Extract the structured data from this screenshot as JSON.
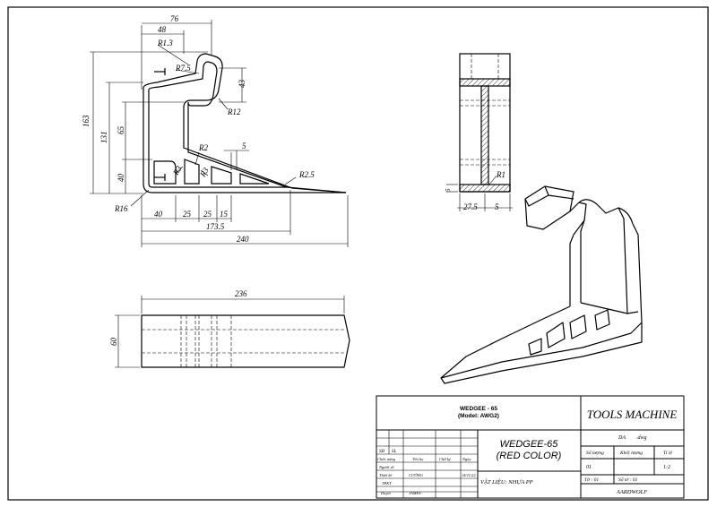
{
  "dimensions": {
    "d76": "76",
    "d48": "48",
    "r1_3": "R1.3",
    "r7_5": "R7.5",
    "d43": "43",
    "r12": "R12",
    "d163": "163",
    "d131": "131",
    "d65": "65",
    "r2": "R2",
    "d5": "5",
    "d40v": "40",
    "r3a": "R3",
    "r3b": "R3",
    "r2_5": "R2.5",
    "r16": "R16",
    "d40h": "40",
    "d25a": "25",
    "d25b": "25",
    "d15": "15",
    "d173_5": "173.5",
    "d240": "240",
    "d236": "236",
    "d60": "60",
    "d27_5": "27.5",
    "d5b": "5",
    "r1": "R1",
    "d5c": "5"
  },
  "title_block": {
    "product_line1": "WEDGEE - 65",
    "product_line2": "(Model: AWG2)",
    "company": "TOOLS MACHINE",
    "drawing_name_line1": "WEDGEE-65",
    "drawing_name_line2": "(RED COLOR)",
    "file_prefix": "DA",
    "file_ext": ".dwg",
    "col_qty": "Số lượng",
    "col_weight": "Khối lượng",
    "col_scale": "Tỉ lệ",
    "qty": "01",
    "scale": "1:2",
    "sheet": "Tờ : 01",
    "sheet_count": "Số tờ : 01",
    "material": "VẬT LIỆU: NHỰA PP",
    "client": "AARDWOLF",
    "hdr_sd": "SĐ",
    "hdr_sl": "SL",
    "row_role": "Chức năng",
    "row_name": "Tên họ",
    "row_sign": "Chữ ký",
    "row_date": "Ngày",
    "r_author": "Người vẽ",
    "r_designer": "Thiết kế",
    "designer_name": "CƯỜNG",
    "design_date": "14/11/22",
    "r_check": "TPKT",
    "r_approve": "Duyệt",
    "approver_name": "JAMES"
  }
}
